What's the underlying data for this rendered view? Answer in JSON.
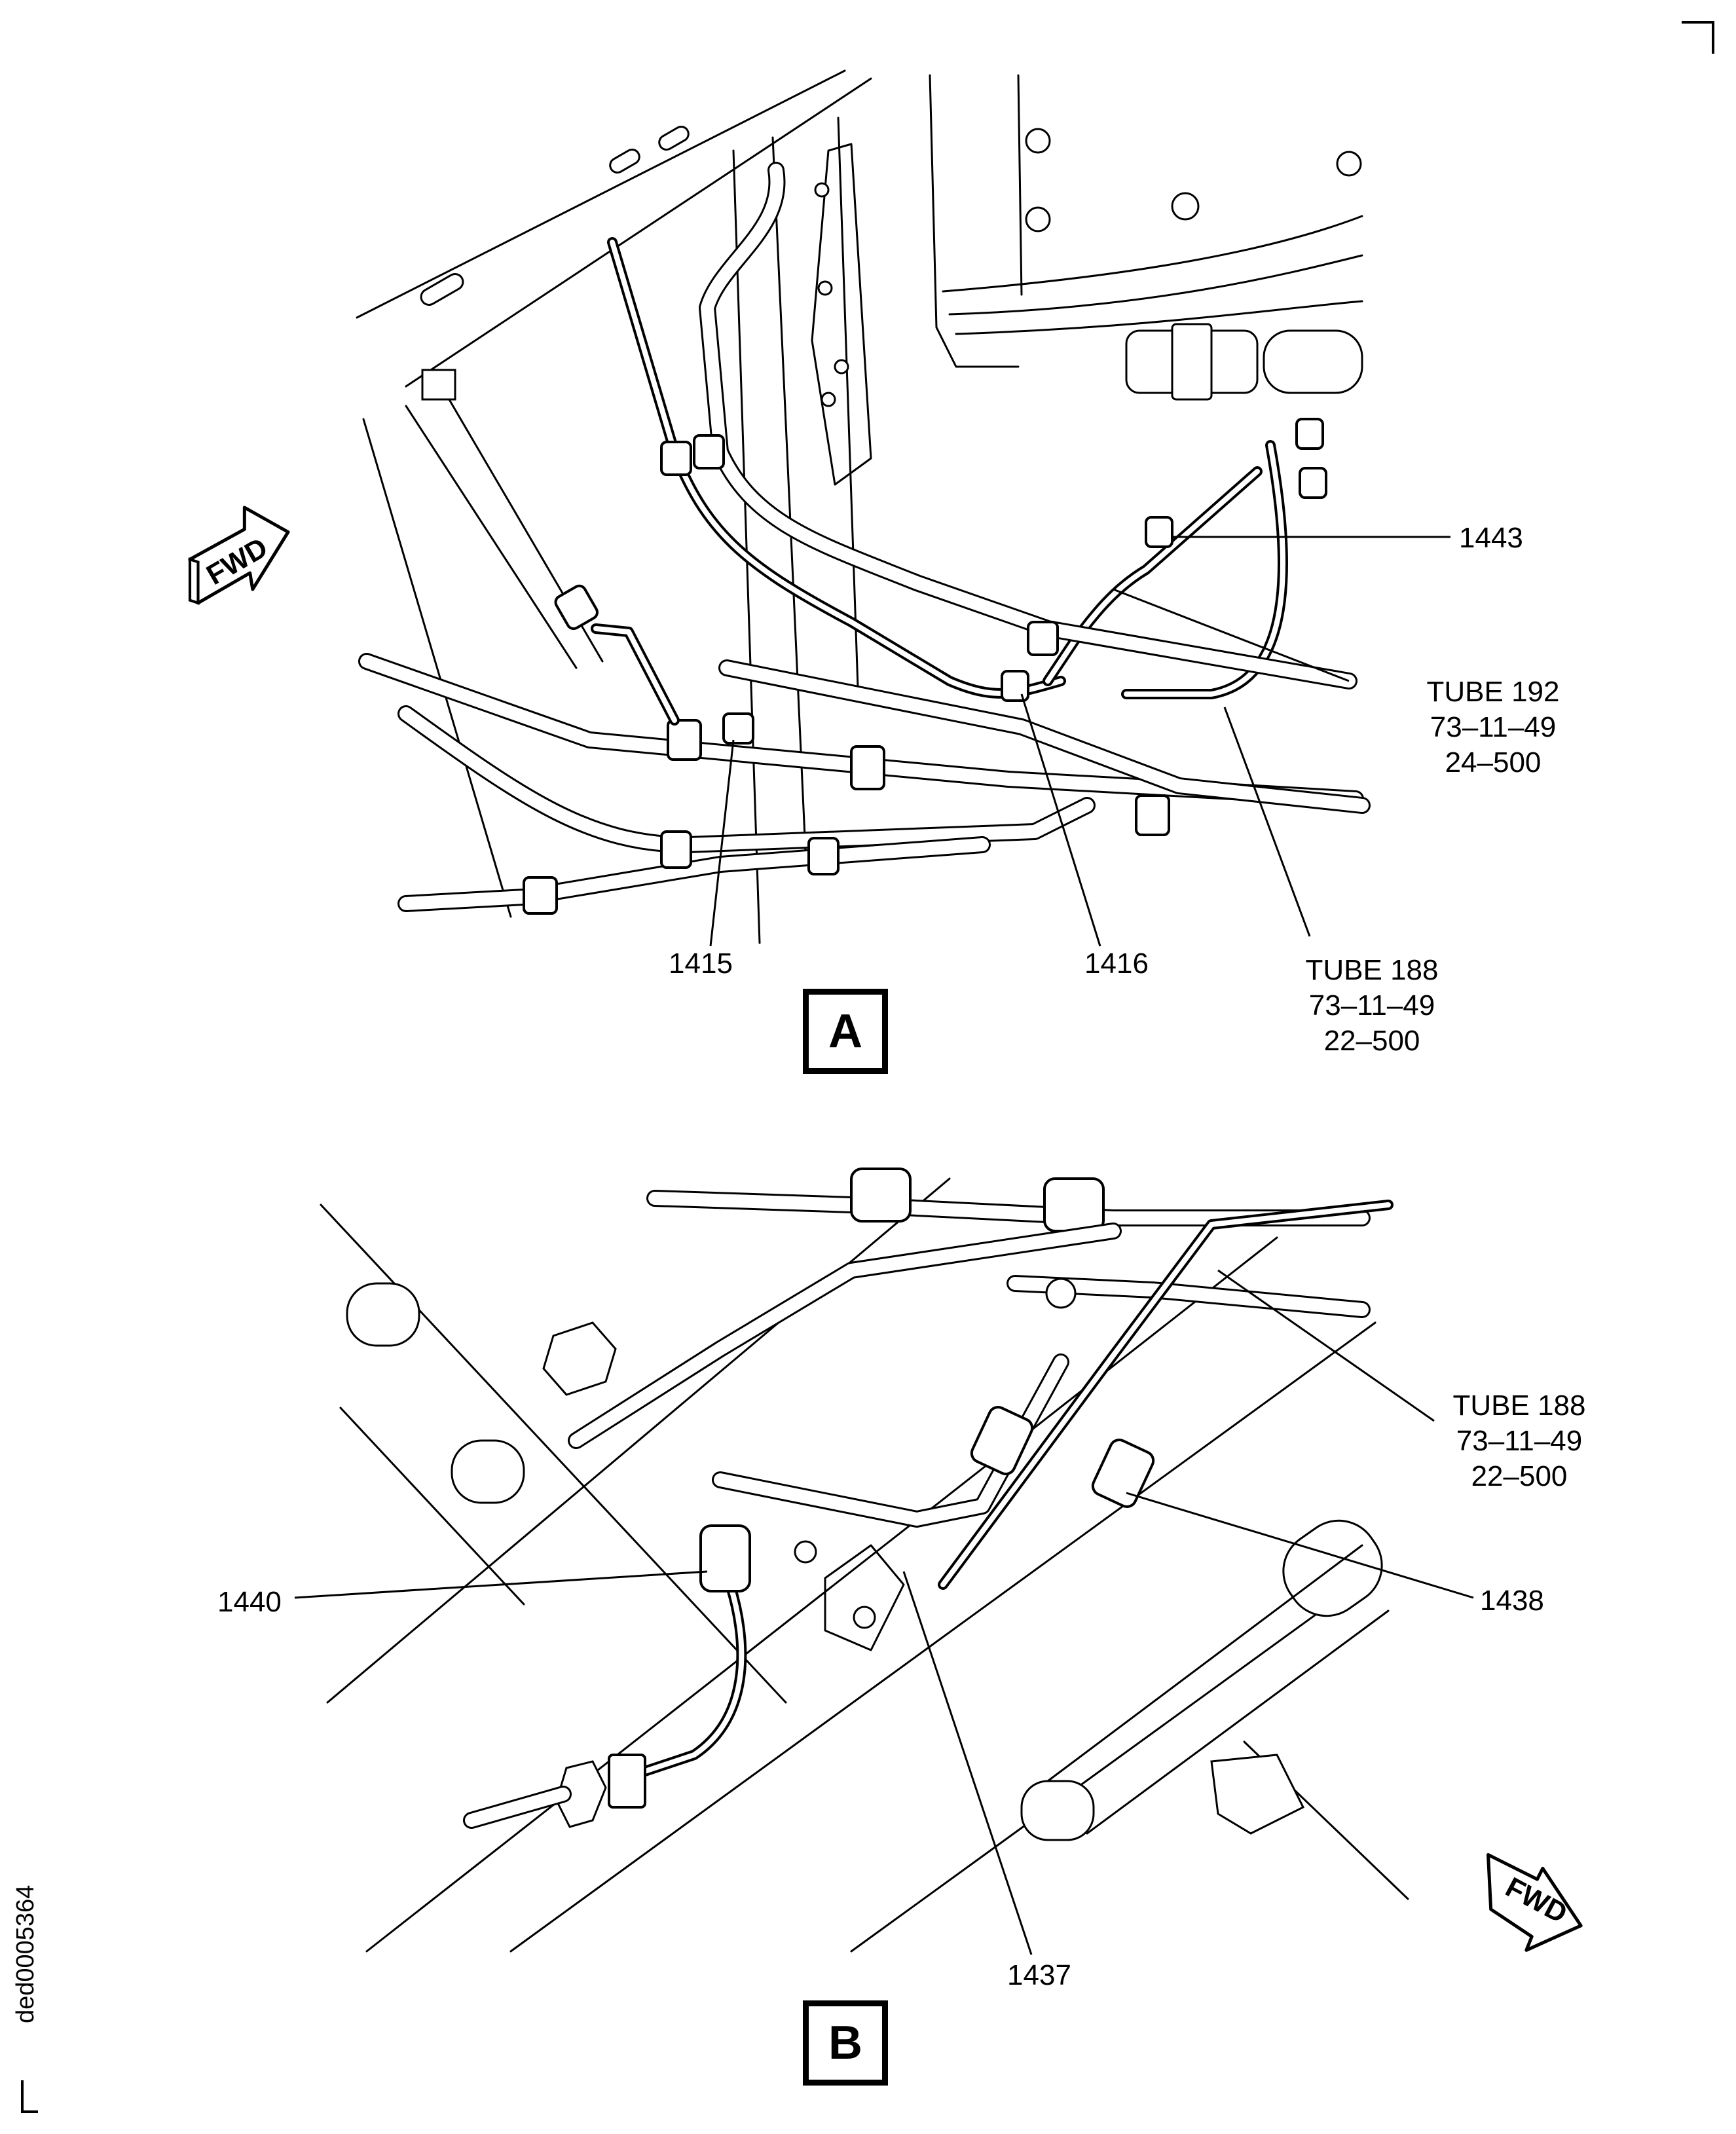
{
  "document": {
    "id": "ded0005364",
    "colors": {
      "line": "#000000",
      "background": "#ffffff"
    }
  },
  "view_a": {
    "view_label": "A",
    "direction_arrow": {
      "icon": "fwd-arrow-icon",
      "text": "FWD"
    },
    "callouts": [
      {
        "id": "1443",
        "lines": [
          "1443"
        ]
      },
      {
        "id": "tube-192",
        "lines": [
          "TUBE 192",
          "73–11–49",
          "24–500"
        ]
      },
      {
        "id": "1415",
        "lines": [
          "1415"
        ]
      },
      {
        "id": "1416",
        "lines": [
          "1416"
        ]
      },
      {
        "id": "tube-188",
        "lines": [
          "TUBE 188",
          "73–11–49",
          "22–500"
        ]
      }
    ]
  },
  "view_b": {
    "view_label": "B",
    "direction_arrow": {
      "icon": "fwd-arrow-icon",
      "text": "FWD"
    },
    "callouts": [
      {
        "id": "tube-188",
        "lines": [
          "TUBE 188",
          "73–11–49",
          "22–500"
        ]
      },
      {
        "id": "1438",
        "lines": [
          "1438"
        ]
      },
      {
        "id": "1440",
        "lines": [
          "1440"
        ]
      },
      {
        "id": "1437",
        "lines": [
          "1437"
        ]
      }
    ]
  }
}
